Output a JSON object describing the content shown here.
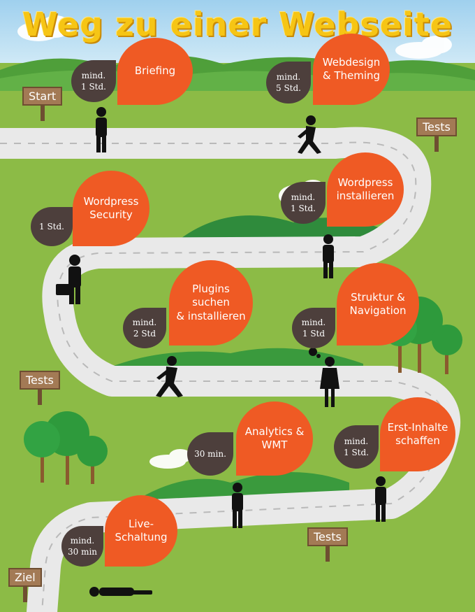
{
  "title": "Weg zu einer Webseite",
  "steps": [
    {
      "label": "Briefing",
      "time": "mind.\n1 Std."
    },
    {
      "label": "Webdesign\n& Theming",
      "time": "mind.\n5 Std."
    },
    {
      "label": "Wordpress\ninstallieren",
      "time": "mind.\n1 Std."
    },
    {
      "label": "Wordpress\nSecurity",
      "time": "1 Std."
    },
    {
      "label": "Plugins suchen\n& installieren",
      "time": "mind.\n2 Std"
    },
    {
      "label": "Struktur &\nNavigation",
      "time": "mind.\n1 Std"
    },
    {
      "label": "Analytics &\nWMT",
      "time": "30 min."
    },
    {
      "label": "Erst-Inhalte\nschaffen",
      "time": "mind.\n1 Std."
    },
    {
      "label": "Live-\nSchaltung",
      "time": "mind.\n30 min"
    }
  ],
  "signs": {
    "start": "Start",
    "tests_1": "Tests",
    "tests_2": "Tests",
    "tests_3": "Tests",
    "ziel": "Ziel"
  },
  "colors": {
    "bubble": "#ef5a24",
    "time_badge": "#4d3f3c",
    "grass": "#8cbb46",
    "road": "#ececec",
    "title": "#f6c515"
  }
}
